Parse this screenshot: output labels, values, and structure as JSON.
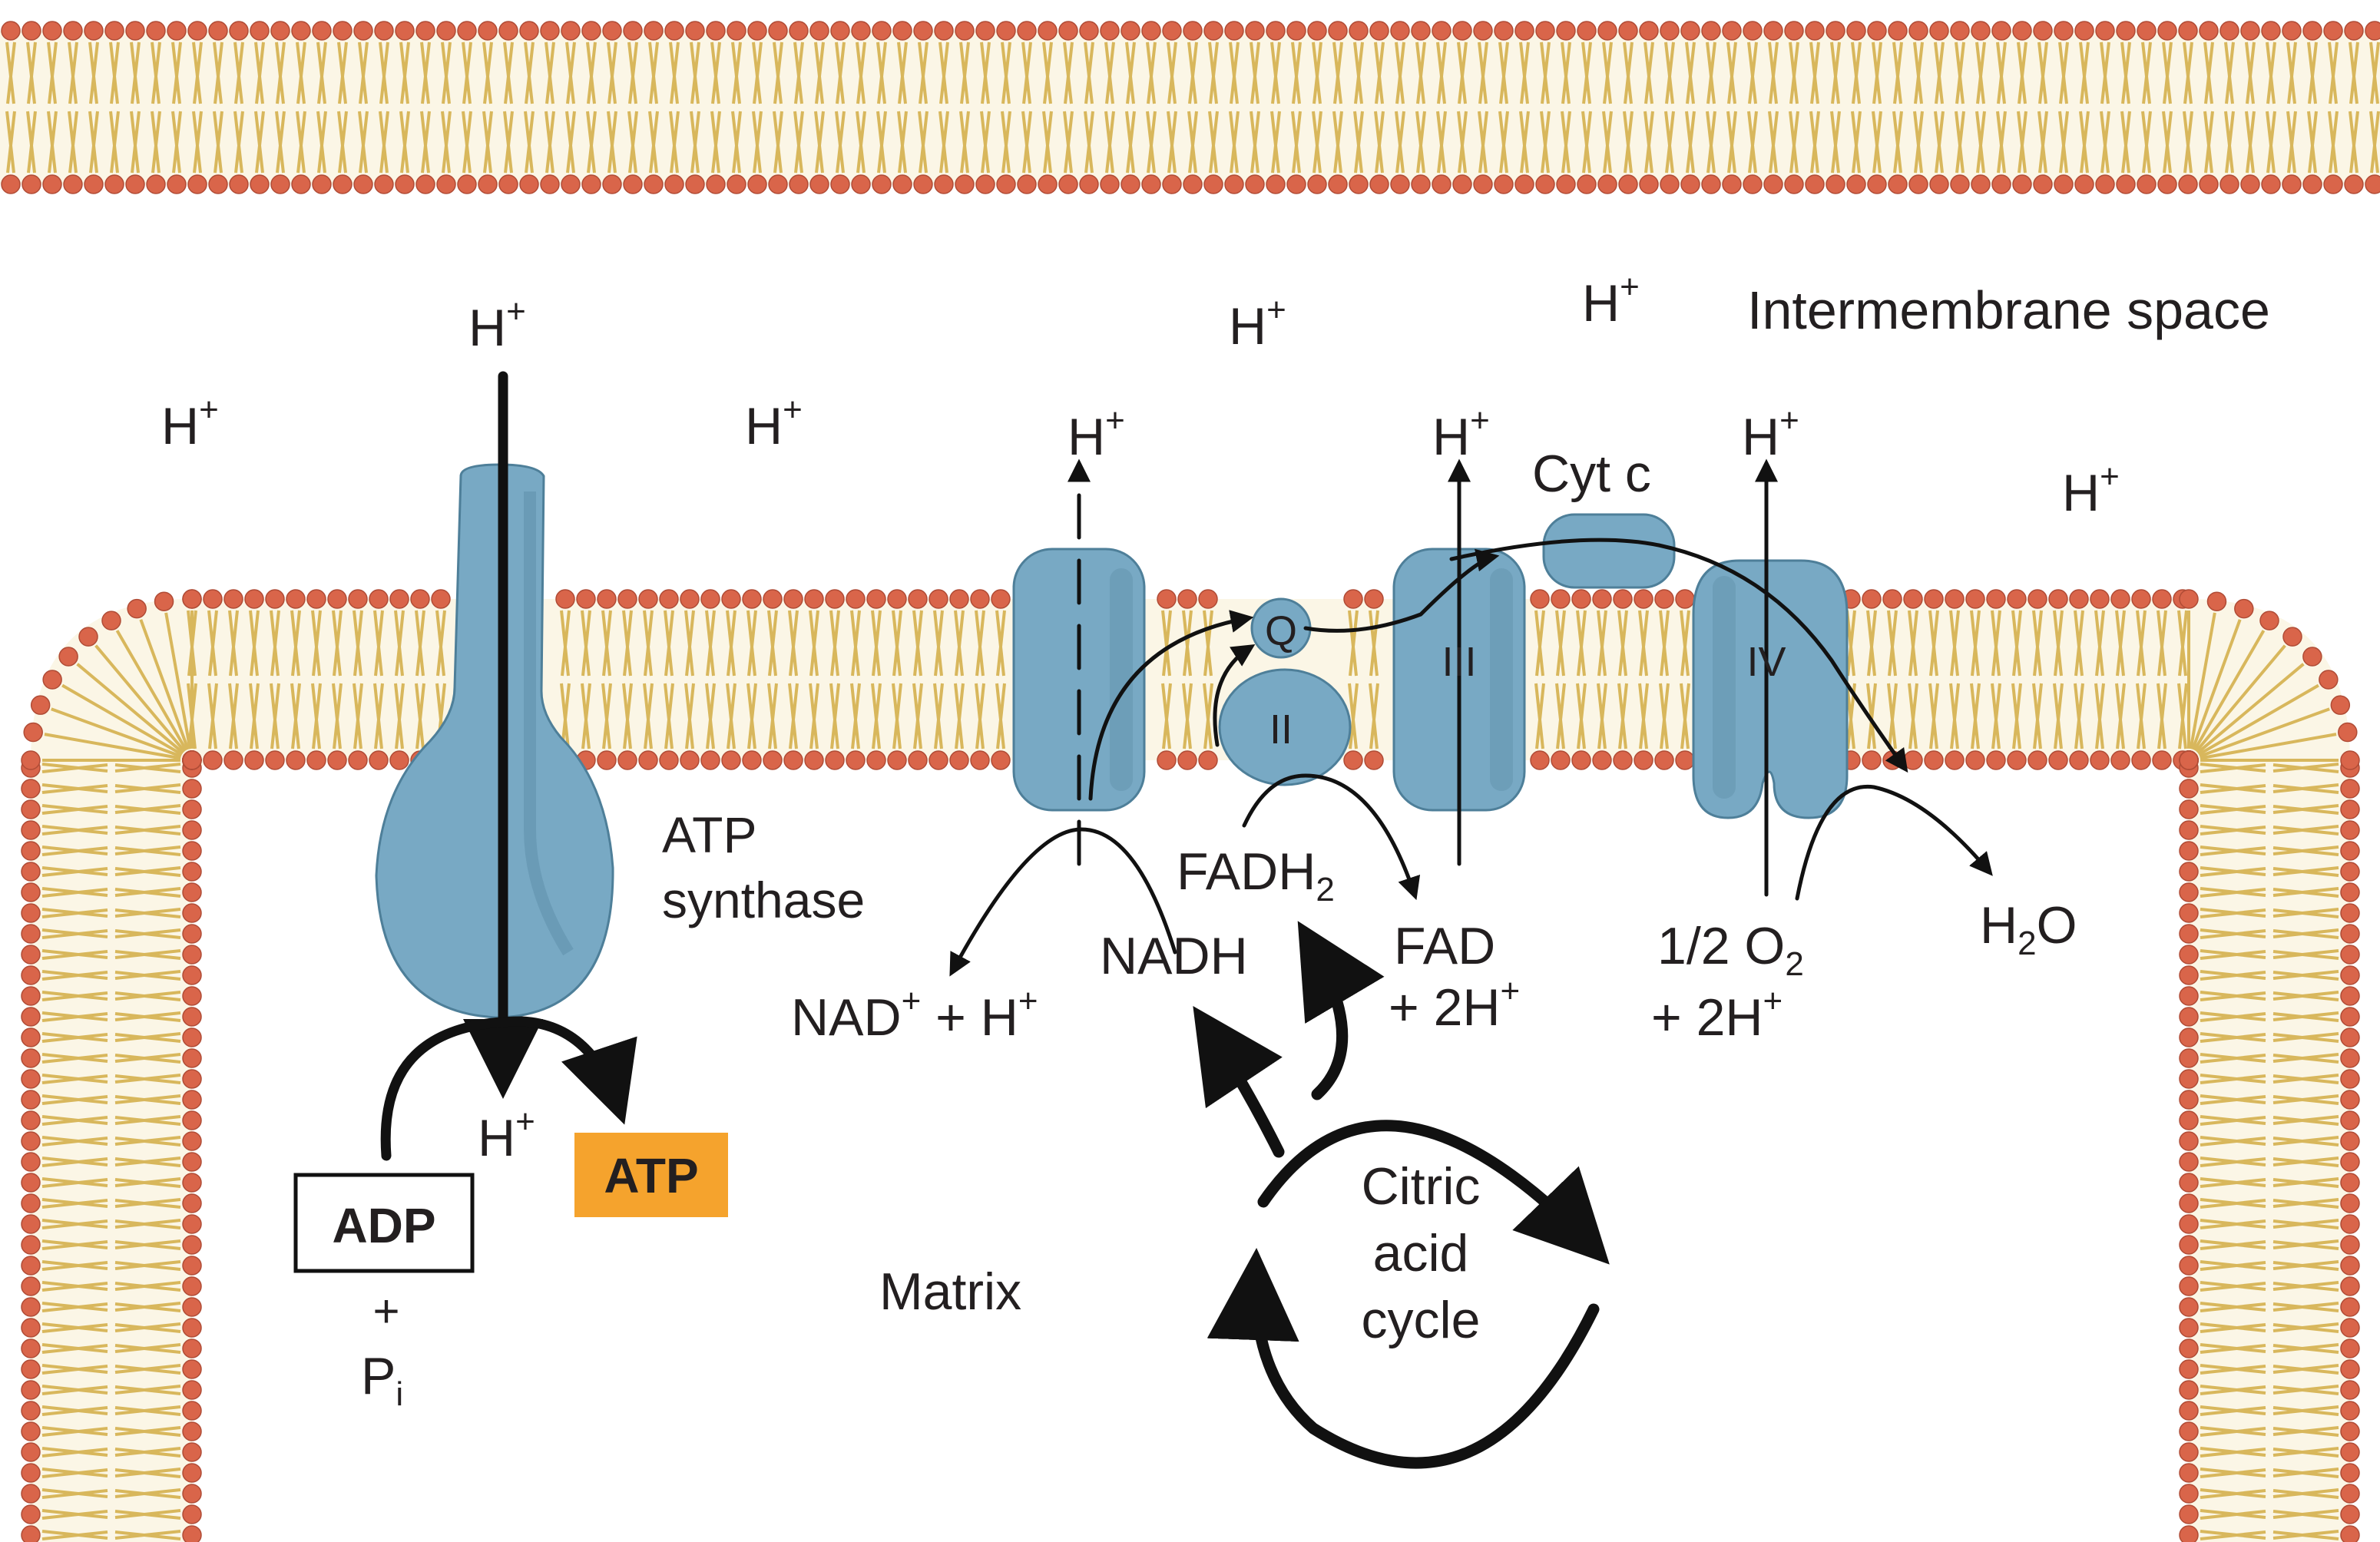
{
  "labels": {
    "intermembrane_space": "Intermembrane space",
    "matrix": "Matrix",
    "atp_synthase_line1": "ATP",
    "atp_synthase_line2": "synthase",
    "adp": "ADP",
    "atp": "ATP",
    "plus": "+",
    "pi_base": "P",
    "pi_sub": "i",
    "h_base": "H",
    "h_sup": "+",
    "cyt_c": "Cyt c",
    "q": "Q",
    "complex_2": "II",
    "complex_3": "III",
    "complex_4": "IV",
    "nadh": "NADH",
    "nad_base": "NAD",
    "nad_rest": " + H",
    "fadh_base": "FADH",
    "fadh_sub": "2",
    "fad": "FAD",
    "two_h_base": "+ 2H",
    "half_o2_base": "1/2 O",
    "o2_sub": "2",
    "h2o_h": "H",
    "h2o_sub": "2",
    "h2o_o": "O",
    "cycle_line1": "Citric",
    "cycle_line2": "acid",
    "cycle_line3": "cycle"
  },
  "colors": {
    "phospholipid_head": "#d9654a",
    "lipid_tail": "#d8b75c",
    "protein": "#78a9c4",
    "protein_dark": "#5d8fab",
    "atp_box": "#f5a32d",
    "arrow": "#111111"
  }
}
